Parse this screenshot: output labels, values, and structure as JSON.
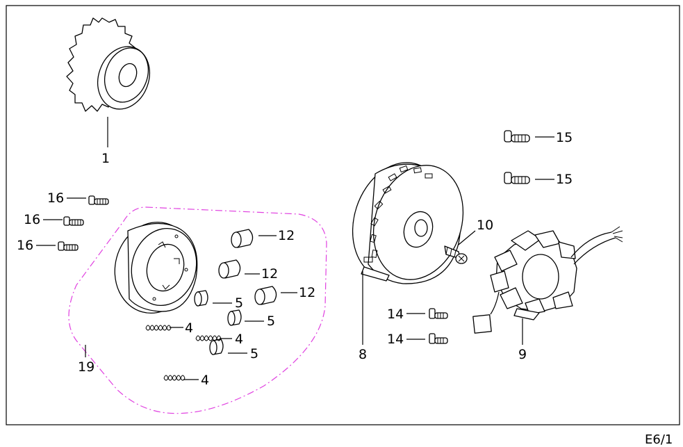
{
  "page_ref": "E6/1",
  "callouts": {
    "c1": "1",
    "c4a": "4",
    "c4b": "4",
    "c4c": "4",
    "c5a": "5",
    "c5b": "5",
    "c5c": "5",
    "c8": "8",
    "c9": "9",
    "c10": "10",
    "c12a": "12",
    "c12b": "12",
    "c12c": "12",
    "c14a": "14",
    "c14b": "14",
    "c15a": "15",
    "c15b": "15",
    "c16a": "16",
    "c16b": "16",
    "c16c": "16",
    "c19": "19"
  },
  "colors": {
    "line": "#000000",
    "group_outline": "#e040e0",
    "background": "#ffffff"
  }
}
